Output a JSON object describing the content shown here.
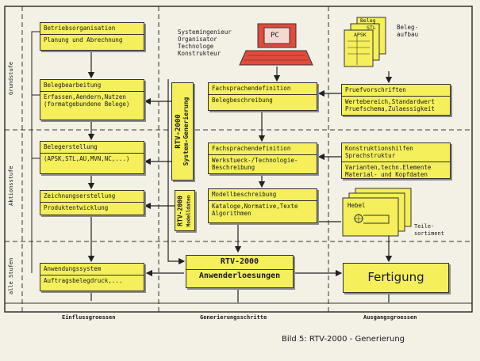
{
  "stages": [
    "Grundstufe",
    "Aktionsstufe",
    "alle Stufen"
  ],
  "columns": [
    "Einflussgroessen",
    "Generierungsschritte",
    "Ausgangsgroessen"
  ],
  "left": {
    "b1_title": "Betriebsorganisation",
    "b1_text": "Planung und Abrechnung",
    "b2_title": "Belegbearbeitung",
    "b2_l1": "Erfassen,Aendern,Nutzen",
    "b2_l2": "(formatgebundene Belege)",
    "b3_title": "Belegerstellung",
    "b3_text": "(APSK,STL,AU,MVN,NC,...)",
    "b4_title": "Zeichnungserstellung",
    "b4_text": "Produktentwicklung",
    "b5_title": "Anwendungssystem",
    "b5_text": "Auftragsbelegdruck,..."
  },
  "middle": {
    "people": [
      "Systemingenieur",
      "Organisator",
      "Technologe",
      "Konstrukteur"
    ],
    "pc": "PC",
    "vbox1": [
      "RTV-2000",
      "System-Generierung"
    ],
    "vbox2": [
      "RTV-2000",
      "Modelldaten"
    ],
    "f1_title": "Fachsprachendefinition",
    "f1_text": "Belegbeschreibung",
    "f2_title": "Fachsprachendefinition",
    "f2_l1": "Werkstueck-/Technologie-",
    "f2_l2": "Beschreibung",
    "f3_title": "Modellbeschreibung",
    "f3_l1": "Kataloge,Normative,Texte",
    "f3_l2": "Algorithmen",
    "rtv_title": "RTV-2000",
    "rtv_text": "Anwenderloesungen"
  },
  "right": {
    "stack": [
      "Beleg",
      "STL",
      "APSK"
    ],
    "beleg_aufbau": [
      "Beleg-",
      "aufbau"
    ],
    "p1_title": "Pruefvorschriften",
    "p1_l1": "Wertebereich,Standardwert",
    "p1_l2": "Pruefschema,Zulaessigkeit",
    "k_title": "Konstruktionshilfen",
    "k_l1": "Sprachstruktur",
    "k_l2": "Varianten,techn.Elemente",
    "k_l3": "Material- und Kopfdaten",
    "hebel": "Hebel",
    "teile": [
      "Teile-",
      "sortiment"
    ],
    "fertigung": "Fertigung"
  },
  "caption": "Bild 5: RTV-2000 - Generierung"
}
